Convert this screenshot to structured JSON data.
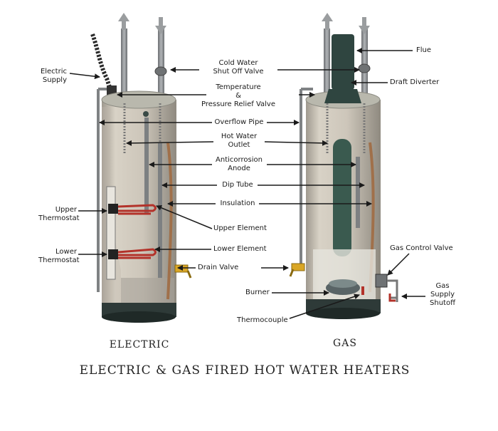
{
  "labels": {
    "electric_supply": [
      "Electric",
      "Supply"
    ],
    "cold_water_shutoff": [
      "Cold Water",
      "Shut Off Valve"
    ],
    "temp_pressure_valve": [
      "Temperature",
      "&",
      "Pressure Relief Valve"
    ],
    "overflow_pipe": "Overflow Pipe",
    "hot_water_outlet": [
      "Hot Water",
      "Outlet"
    ],
    "anticorrosion_anode": [
      "Anticorrosion",
      "Anode"
    ],
    "dip_tube": "Dip Tube",
    "insulation": "Insulation",
    "upper_thermostat": [
      "Upper",
      "Thermostat"
    ],
    "upper_element": "Upper Element",
    "lower_thermostat": [
      "Lower",
      "Thermostat"
    ],
    "lower_element": "Lower Element",
    "drain_valve": "Drain Valve",
    "flue": "Flue",
    "draft_diverter": "Draft Diverter",
    "gas_control_valve": "Gas Control Valve",
    "gas_supply_shutoff": [
      "Gas",
      "Supply",
      "Shutoff"
    ],
    "burner": "Burner",
    "thermocouple": "Thermocouple"
  },
  "captions": {
    "electric": "ELECTRIC",
    "gas": "GAS",
    "title": "ELECTRIC & GAS FIRED HOT WATER HEATERS"
  },
  "colors": {
    "tank_body": "#cfc8bc",
    "tank_top": "#b9b8ad",
    "tank_base": "#2e3a38",
    "pipe": "#8a8d8f",
    "arrow": "#1a1a1a",
    "element": "#b3322a",
    "dip_tube": "#a0704a",
    "flue": "#2f4540",
    "valve": "#d9a626"
  }
}
